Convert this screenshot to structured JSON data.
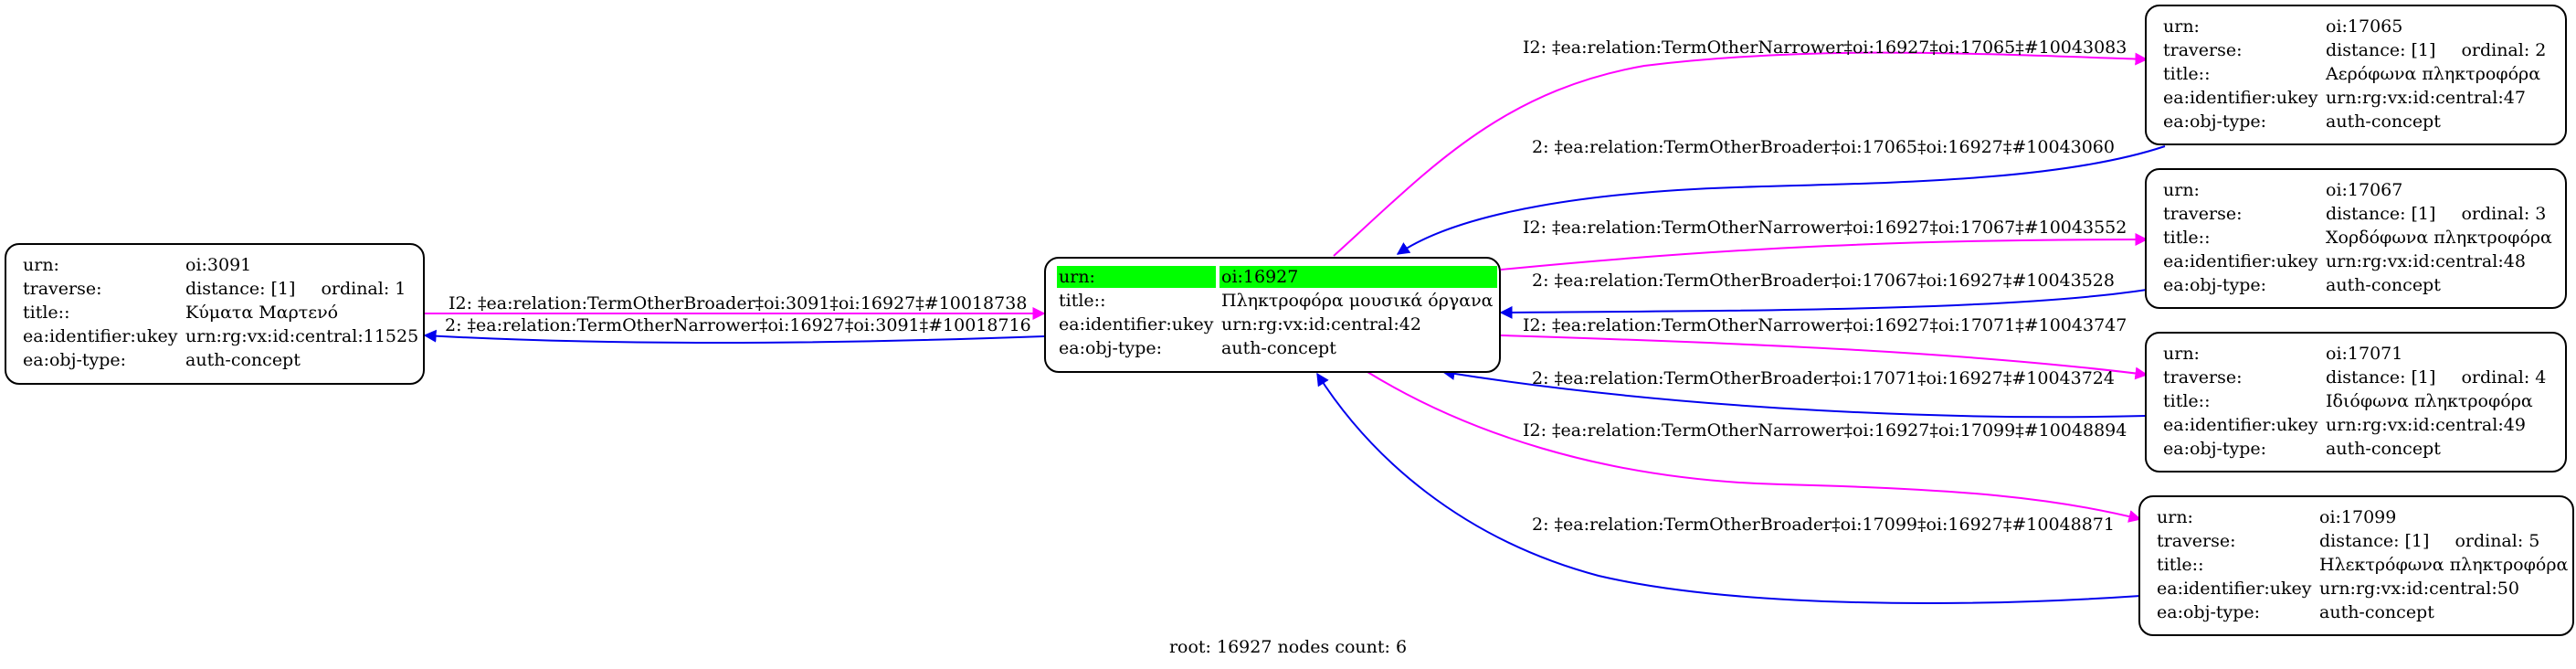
{
  "colors": {
    "forward_edge": "#ff00ff",
    "backward_edge": "#0000ee",
    "root_highlight": "#00ff00",
    "node_border": "#000000"
  },
  "nodes": {
    "n3091": {
      "rows": [
        {
          "key": "urn:",
          "value": "oi:3091"
        },
        {
          "key": "traverse:",
          "value": "distance: [1]",
          "extra": "ordinal: 1"
        },
        {
          "key": "title::",
          "value": "Κύματα Μαρτενό"
        },
        {
          "key": "ea:identifier:ukey",
          "value": "urn:rg:vx:id:central:11525"
        },
        {
          "key": "ea:obj-type:",
          "value": "auth-concept"
        }
      ]
    },
    "root": {
      "rows": [
        {
          "key": "urn:",
          "value": "oi:16927"
        },
        {
          "key": "title::",
          "value": "Πληκτροφόρα μουσικά όργανα"
        },
        {
          "key": "ea:identifier:ukey",
          "value": "urn:rg:vx:id:central:42"
        },
        {
          "key": "ea:obj-type:",
          "value": "auth-concept"
        }
      ]
    },
    "n17065": {
      "rows": [
        {
          "key": "urn:",
          "value": "oi:17065"
        },
        {
          "key": "traverse:",
          "value": "distance: [1]",
          "extra": "ordinal: 2"
        },
        {
          "key": "title::",
          "value": "Αερόφωνα πληκτροφόρα"
        },
        {
          "key": "ea:identifier:ukey",
          "value": "urn:rg:vx:id:central:47"
        },
        {
          "key": "ea:obj-type:",
          "value": "auth-concept"
        }
      ]
    },
    "n17067": {
      "rows": [
        {
          "key": "urn:",
          "value": "oi:17067"
        },
        {
          "key": "traverse:",
          "value": "distance: [1]",
          "extra": "ordinal: 3"
        },
        {
          "key": "title::",
          "value": "Χορδόφωνα πληκτροφόρα"
        },
        {
          "key": "ea:identifier:ukey",
          "value": "urn:rg:vx:id:central:48"
        },
        {
          "key": "ea:obj-type:",
          "value": "auth-concept"
        }
      ]
    },
    "n17071": {
      "rows": [
        {
          "key": "urn:",
          "value": "oi:17071"
        },
        {
          "key": "traverse:",
          "value": "distance: [1]",
          "extra": "ordinal: 4"
        },
        {
          "key": "title::",
          "value": "Ιδιόφωνα πληκτροφόρα"
        },
        {
          "key": "ea:identifier:ukey",
          "value": "urn:rg:vx:id:central:49"
        },
        {
          "key": "ea:obj-type:",
          "value": "auth-concept"
        }
      ]
    },
    "n17099": {
      "rows": [
        {
          "key": "urn:",
          "value": "oi:17099"
        },
        {
          "key": "traverse:",
          "value": "distance: [1]",
          "extra": "ordinal: 5"
        },
        {
          "key": "title::",
          "value": "Ηλεκτρόφωνα πληκτροφόρα"
        },
        {
          "key": "ea:identifier:ukey",
          "value": "urn:rg:vx:id:central:50"
        },
        {
          "key": "ea:obj-type:",
          "value": "auth-concept"
        }
      ]
    }
  },
  "edges": [
    {
      "from": "n3091",
      "to": "root",
      "kind": "forward",
      "label": "I2: ‡ea:relation:TermOtherBroader‡oi:3091‡oi:16927‡#10018738"
    },
    {
      "from": "root",
      "to": "n3091",
      "kind": "backward",
      "label": "2: ‡ea:relation:TermOtherNarrower‡oi:16927‡oi:3091‡#10018716"
    },
    {
      "from": "root",
      "to": "n17065",
      "kind": "forward",
      "label": "I2: ‡ea:relation:TermOtherNarrower‡oi:16927‡oi:17065‡#10043083"
    },
    {
      "from": "n17065",
      "to": "root",
      "kind": "backward",
      "label": "2: ‡ea:relation:TermOtherBroader‡oi:17065‡oi:16927‡#10043060"
    },
    {
      "from": "root",
      "to": "n17067",
      "kind": "forward",
      "label": "I2: ‡ea:relation:TermOtherNarrower‡oi:16927‡oi:17067‡#10043552"
    },
    {
      "from": "n17067",
      "to": "root",
      "kind": "backward",
      "label": "2: ‡ea:relation:TermOtherBroader‡oi:17067‡oi:16927‡#10043528"
    },
    {
      "from": "root",
      "to": "n17071",
      "kind": "forward",
      "label": "I2: ‡ea:relation:TermOtherNarrower‡oi:16927‡oi:17071‡#10043747"
    },
    {
      "from": "n17071",
      "to": "root",
      "kind": "backward",
      "label": "2: ‡ea:relation:TermOtherBroader‡oi:17071‡oi:16927‡#10043724"
    },
    {
      "from": "root",
      "to": "n17099",
      "kind": "forward",
      "label": "I2: ‡ea:relation:TermOtherNarrower‡oi:16927‡oi:17099‡#10048894"
    },
    {
      "from": "n17099",
      "to": "root",
      "kind": "backward",
      "label": "2: ‡ea:relation:TermOtherBroader‡oi:17099‡oi:16927‡#10048871"
    }
  ],
  "footer": "root: 16927 nodes count: 6"
}
